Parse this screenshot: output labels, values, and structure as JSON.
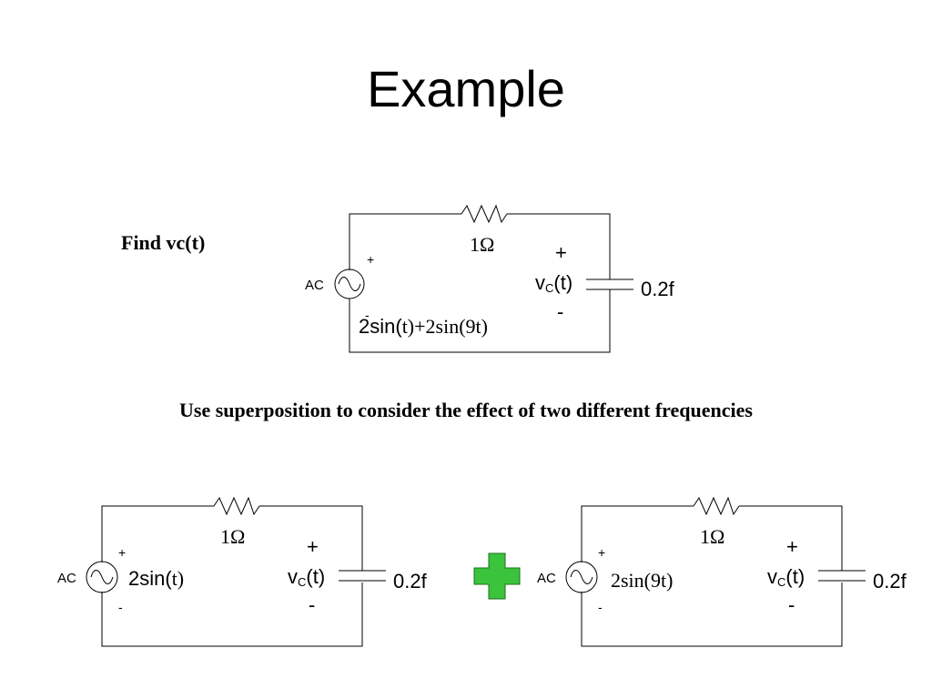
{
  "title": "Example",
  "problem": "Find vc(t)",
  "instruction": "Use superposition to consider  the effect of two different frequencies",
  "circuits": [
    {
      "source_label": "AC",
      "source_plus": "+",
      "source_minus": "-",
      "source_expr_prefix": "2sin(",
      "source_expr_rest": "t)+2sin(9t)",
      "resistor": "1Ω",
      "cap_plus": "+",
      "cap_v": "v",
      "cap_sub": "C",
      "cap_arg": "(t)",
      "cap_minus": "-",
      "capacitor": "0.2f"
    },
    {
      "source_label": "AC",
      "source_plus": "+",
      "source_minus": "-",
      "source_expr_prefix": "2sin(",
      "source_expr_rest": "t)",
      "resistor": "1Ω",
      "cap_plus": "+",
      "cap_v": "v",
      "cap_sub": "C",
      "cap_arg": "(t)",
      "cap_minus": "-",
      "capacitor": "0.2f"
    },
    {
      "source_label": "AC",
      "source_plus": "+",
      "source_minus": "-",
      "source_expr_prefix": "",
      "source_expr_rest": "2sin(9t)",
      "resistor": "1Ω",
      "cap_plus": "+",
      "cap_v": "v",
      "cap_sub": "C",
      "cap_arg": "(t)",
      "cap_minus": "-",
      "capacitor": "0.2f"
    }
  ],
  "plus_symbol_color": "#3cc33c",
  "plus_symbol_name": "plus-icon"
}
